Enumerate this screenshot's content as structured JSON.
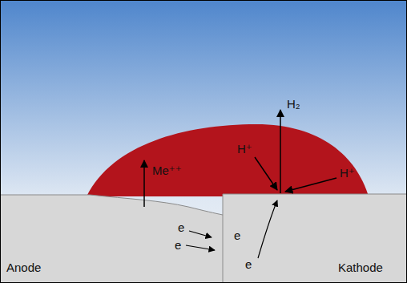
{
  "diagram": {
    "labels": [
      "Me⁺⁺",
      "H₂",
      "H⁺",
      "H⁺",
      "e",
      "e",
      "e",
      "e",
      "Anode",
      "Kathode"
    ]
  }
}
